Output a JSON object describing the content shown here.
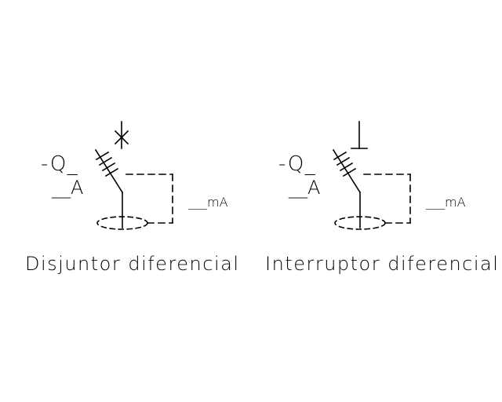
{
  "symbols": [
    {
      "id": "disjuntor",
      "designation": "-Q_",
      "current_label": "__A",
      "sensitivity_label": "___mA",
      "caption": "Disjuntor diferencial",
      "top_mark": "cross-icon"
    },
    {
      "id": "interruptor",
      "designation": "-Q_",
      "current_label": "__A",
      "sensitivity_label": "___mA",
      "caption": "Interruptor diferencial",
      "top_mark": "tee-icon"
    }
  ],
  "colors": {
    "line": "#000000",
    "background": "#ffffff"
  }
}
